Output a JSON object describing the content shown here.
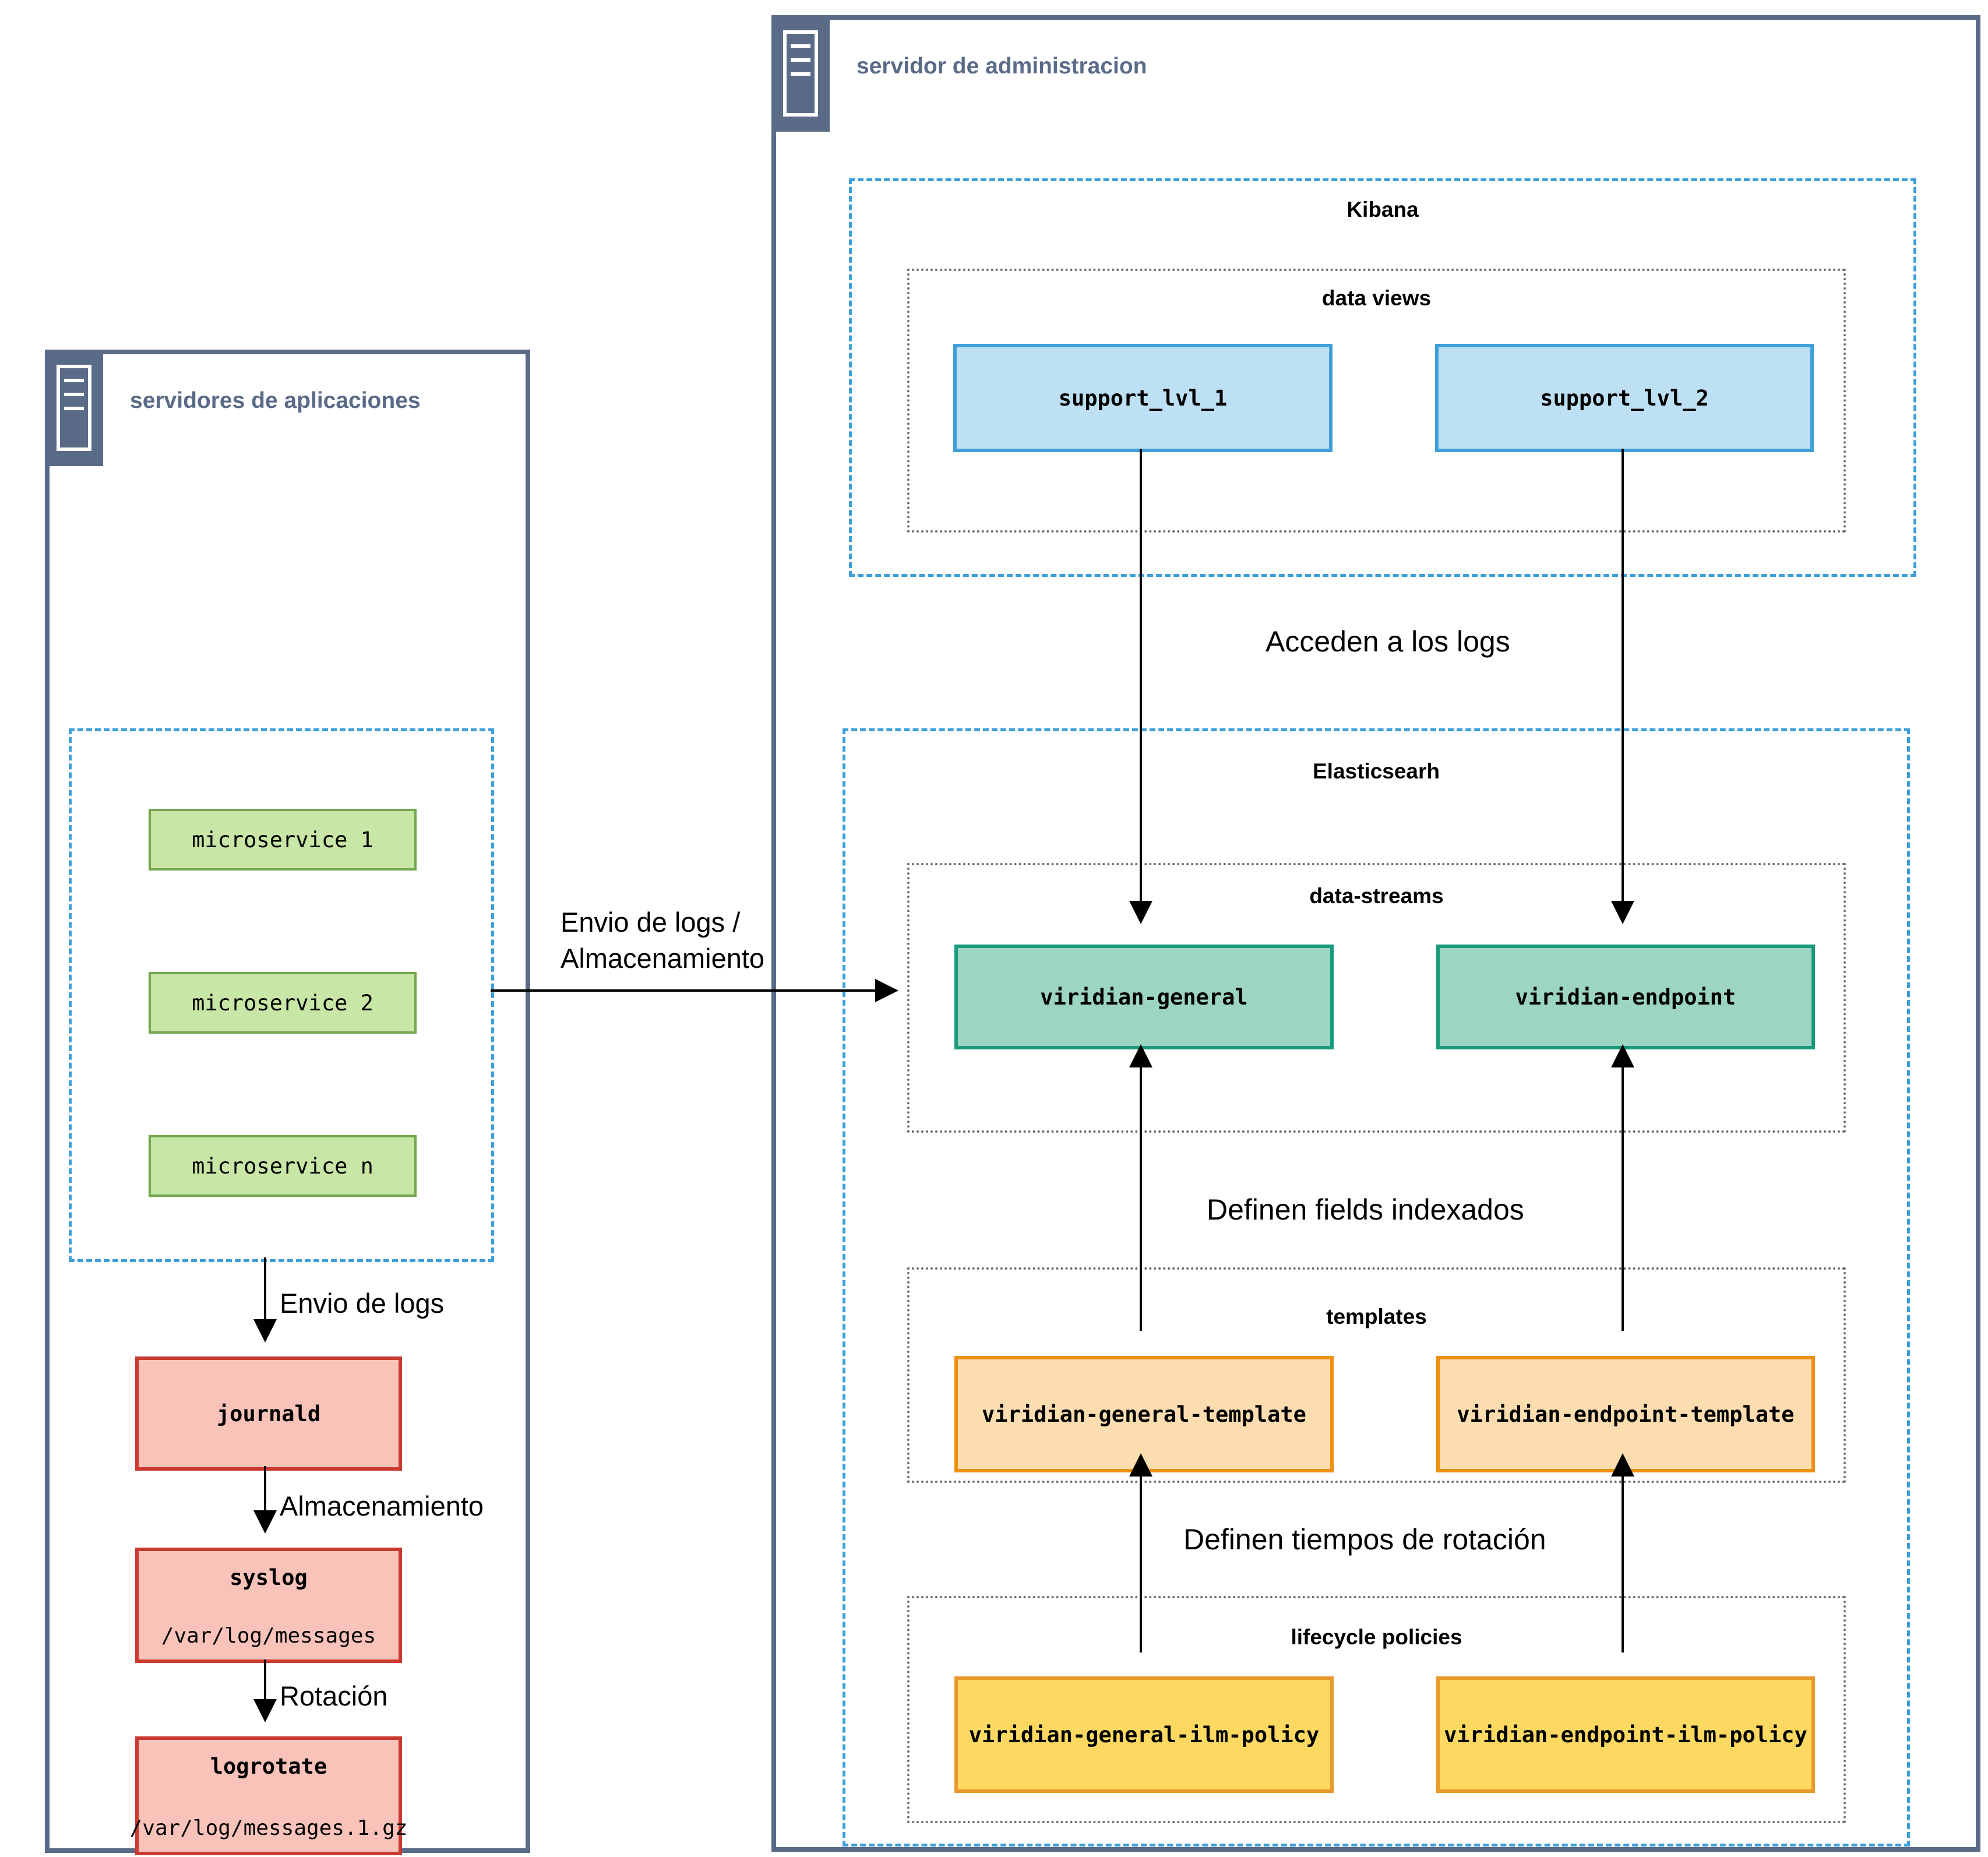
{
  "left_server": {
    "title": "servidores de aplicaciones",
    "microservices": {
      "items": [
        "microservice 1",
        "microservice 2",
        "microservice n"
      ]
    },
    "flow": {
      "arrow1_label": "Envio de logs",
      "journald_label": "journald",
      "arrow2_label": "Almacenamiento",
      "syslog": {
        "title": "syslog",
        "path": "/var/log/messages"
      },
      "arrow3_label": "Rotación",
      "logrotate": {
        "title": "logrotate",
        "path": "/var/log/messages.1.gz"
      }
    }
  },
  "transfer_arrow": {
    "label_line1": "Envio de logs /",
    "label_line2": "Almacenamiento"
  },
  "admin_server": {
    "title": "servidor de administracion",
    "kibana": {
      "title": "Kibana",
      "data_views": {
        "title": "data views",
        "items": [
          "support_lvl_1",
          "support_lvl_2"
        ]
      }
    },
    "access_label": "Acceden a los logs",
    "elasticsearch": {
      "title": "Elasticsearh",
      "data_streams": {
        "title": "data-streams",
        "items": [
          "viridian-general",
          "viridian-endpoint"
        ]
      },
      "fields_label": "Definen fields indexados",
      "templates": {
        "title": "templates",
        "items": [
          "viridian-general-template",
          "viridian-endpoint-template"
        ]
      },
      "rotation_label": "Definen tiempos de rotación",
      "lifecycle_policies": {
        "title": "lifecycle policies",
        "items": [
          "viridian-general-ilm-policy",
          "viridian-endpoint-ilm-policy"
        ]
      }
    }
  },
  "icons": {
    "server_icon": "server-tower"
  },
  "colors": {
    "container_border": "#5a6b87",
    "dashed_group": "#3da0da",
    "dotted_group": "#6e6e6e",
    "green_fill": "#c8e6a6",
    "green_border": "#73a74e",
    "red_fill": "#f9c3ba",
    "red_border": "#cb3a31",
    "blue_fill": "#bee0f4",
    "blue_border": "#3f9fd8",
    "teal_fill": "#9cd5c2",
    "teal_border": "#199a7c",
    "orange_fill": "#fcddb0",
    "orange_border": "#ee8f10",
    "yellow_fill": "#fdd961",
    "yellow_border": "#e9992c",
    "arrow": "#000000"
  }
}
